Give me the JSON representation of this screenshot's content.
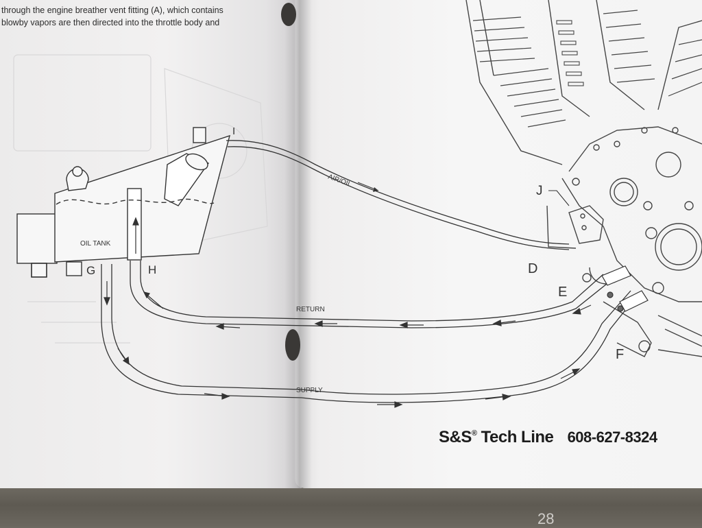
{
  "intro_lines": [
    "through the engine breather vent fitting (A), which contains",
    "blowby vapors are then directed into the throttle body and"
  ],
  "diagram": {
    "tank_label": "OIL TANK",
    "air_oil_label": "AIR/OIL",
    "return_label": "RETURN",
    "supply_label": "SUPPLY",
    "points": {
      "d": "D",
      "e": "E",
      "f": "F",
      "g": "G",
      "h": "H",
      "i": "I",
      "j": "J"
    }
  },
  "footer": {
    "brand": "S&S",
    "registered": "®",
    "title": "Tech Line",
    "phone": "608-627-8324"
  },
  "page_number": "28"
}
